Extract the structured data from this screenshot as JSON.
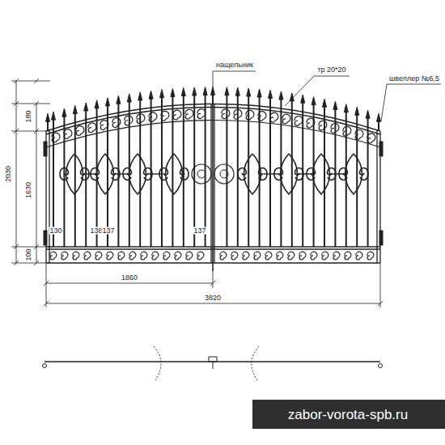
{
  "diagram": {
    "labels": [
      "нащельник",
      "тр 20*20",
      "швеллер №6,5",
      "180",
      "2030",
      "1630",
      "100",
      "130",
      "138",
      "137",
      "137",
      "1860",
      "3820",
      "zabor-vorota-spb.ru"
    ]
  }
}
